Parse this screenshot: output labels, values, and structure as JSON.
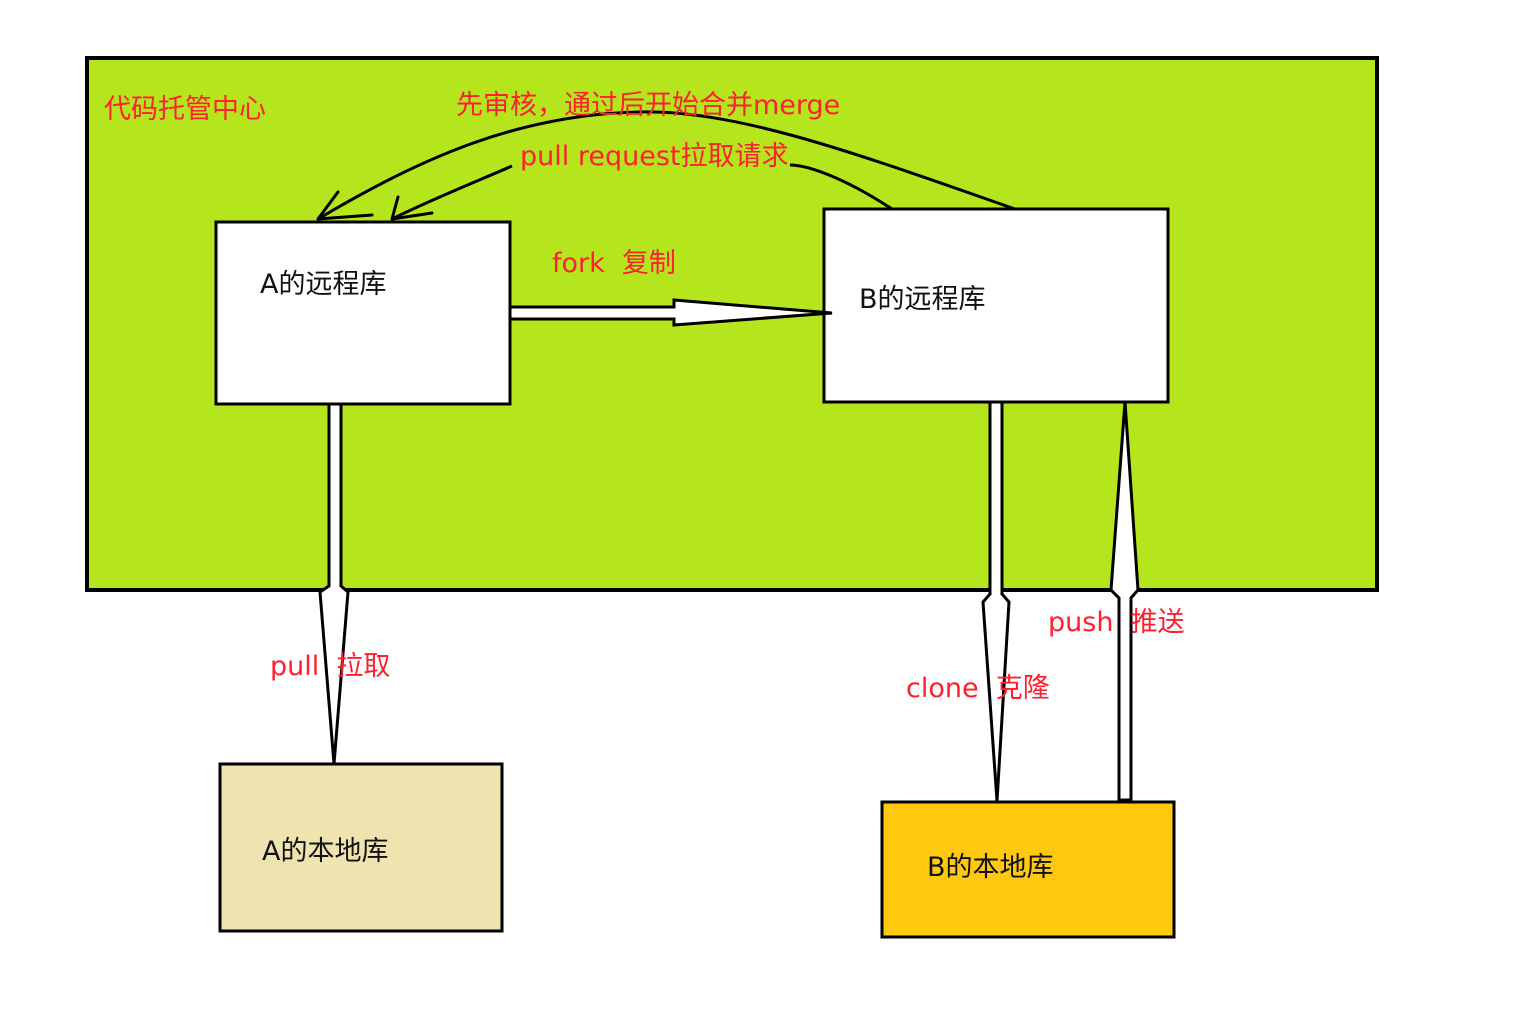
{
  "colors": {
    "zone_fill": "#b5e61d",
    "stroke": "#000000",
    "remote_fill": "#ffffff",
    "a_local_fill": "#efe4b0",
    "b_local_fill": "#ffc90e",
    "label_red": "#ff1f2e",
    "label_black": "#111111"
  },
  "zone": {
    "label": "代码托管中心"
  },
  "nodes": {
    "a_remote": "A的远程库",
    "b_remote": "B的远程库",
    "a_local": "A的本地库",
    "b_local": "B的本地库"
  },
  "edges": {
    "merge": "先审核，通过后开始合并merge",
    "pull_request": "pull request拉取请求",
    "fork": "fork  复制",
    "pull": "pull  拉取",
    "clone": "clone  克隆",
    "push": "push  推送"
  },
  "icons": {
    "arrow_head": "open-arrow-icon"
  }
}
